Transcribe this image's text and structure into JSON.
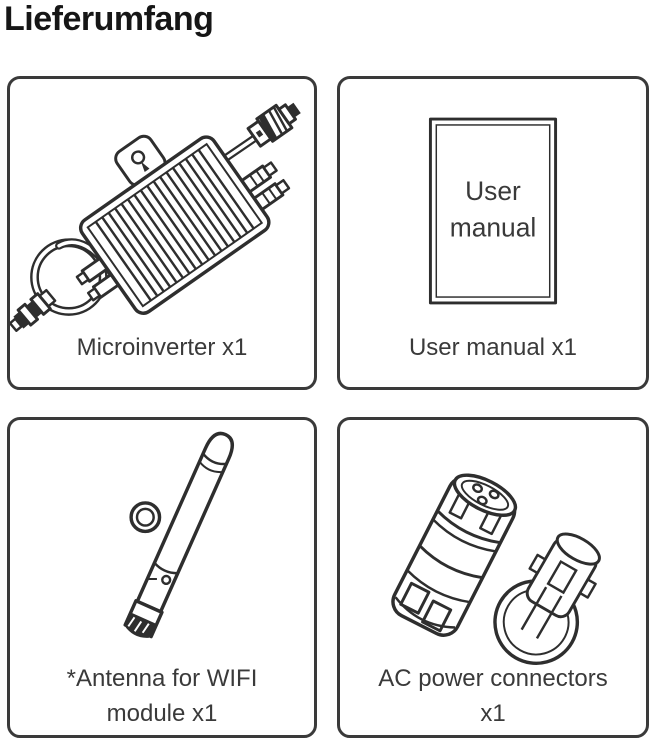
{
  "page": {
    "title": "Lieferumfang"
  },
  "colors": {
    "background": "#ffffff",
    "line_art": "#2e2e2e",
    "card_border": "#3a3a3a",
    "caption_text": "#3a3a3a",
    "title_text": "#161616"
  },
  "boxes": [
    {
      "id": "microinverter",
      "caption": "Microinverter x1"
    },
    {
      "id": "user-manual",
      "caption": "User manual x1",
      "cover_lines": [
        "User",
        "manual"
      ]
    },
    {
      "id": "wifi-antenna",
      "caption_lines": [
        "*Antenna for WIFI",
        "module x1"
      ]
    },
    {
      "id": "ac-connectors",
      "caption_lines": [
        "AC power connectors",
        "x1"
      ]
    }
  ]
}
